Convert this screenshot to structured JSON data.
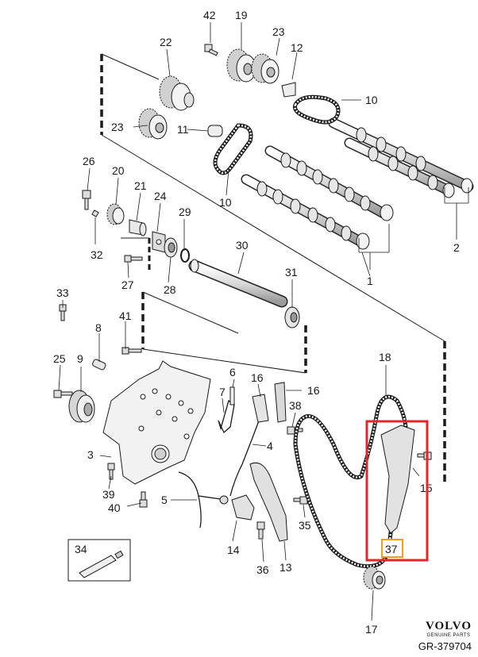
{
  "callouts": {
    "p1": "1",
    "p2": "2",
    "p3": "3",
    "p4": "4",
    "p5": "5",
    "p6": "6",
    "p7": "7",
    "p8": "8",
    "p9": "9",
    "p10a": "10",
    "p10b": "10",
    "p11": "11",
    "p12": "12",
    "p13": "13",
    "p14": "14",
    "p15": "15",
    "p16a": "16",
    "p16b": "16",
    "p17": "17",
    "p18": "18",
    "p19": "19",
    "p20": "20",
    "p21": "21",
    "p22": "22",
    "p23a": "23",
    "p23b": "23",
    "p24": "24",
    "p25": "25",
    "p26": "26",
    "p27": "27",
    "p28": "28",
    "p29": "29",
    "p30": "30",
    "p31": "31",
    "p32": "32",
    "p33": "33",
    "p34": "34",
    "p35": "35",
    "p36": "36",
    "p37": "37",
    "p38": "38",
    "p39": "39",
    "p40": "40",
    "p41": "41",
    "p42": "42"
  },
  "brand": {
    "name": "VOLVO",
    "tagline": "GENUINE PARTS"
  },
  "reference": "GR-379704",
  "colors": {
    "highlight_box": "#e0282a",
    "callout_box": "#f0a020",
    "line": "#1a1a1a",
    "part_fill": "#f2f2f2",
    "part_shade": "#bdbdbd"
  },
  "highlighted_part": "37"
}
